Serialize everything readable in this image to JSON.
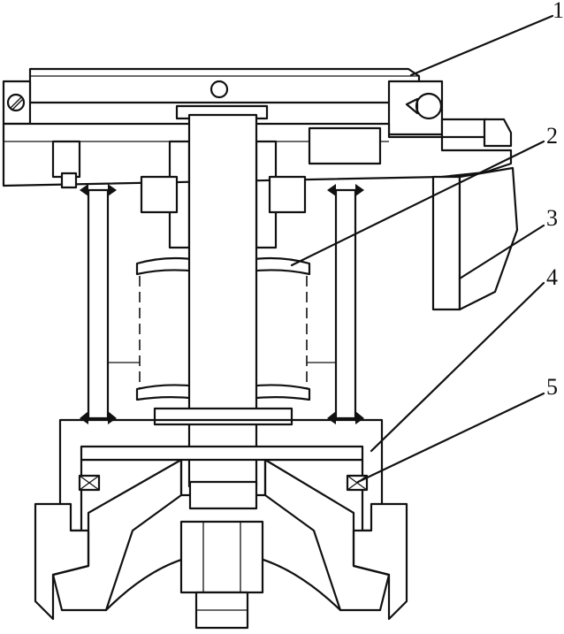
{
  "diagram": {
    "callouts": [
      {
        "id": "c1",
        "text": "1"
      },
      {
        "id": "c2",
        "text": "2"
      },
      {
        "id": "c3",
        "text": "3"
      },
      {
        "id": "c4",
        "text": "4"
      },
      {
        "id": "c5",
        "text": "5"
      }
    ]
  },
  "colors": {
    "line": "#111111",
    "background": "#ffffff"
  }
}
